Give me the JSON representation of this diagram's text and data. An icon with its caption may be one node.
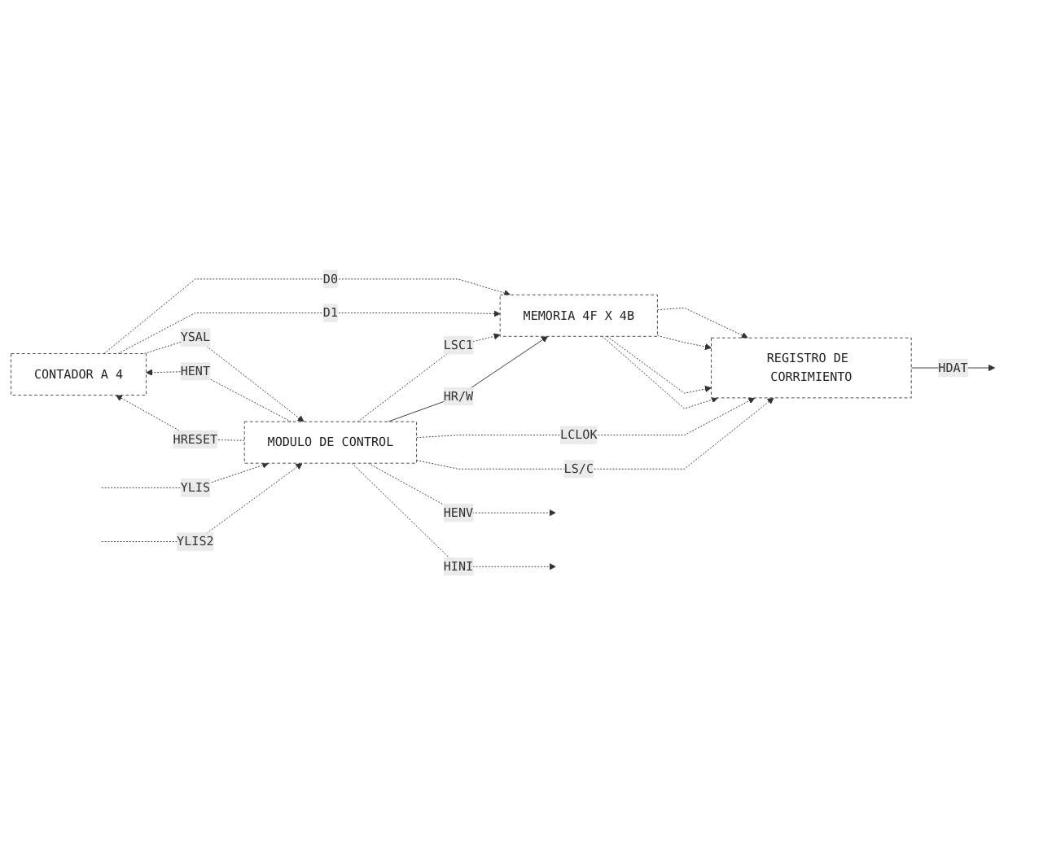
{
  "diagram": {
    "nodes": [
      {
        "text": [
          "MEMORIA 4F X 4B"
        ]
      },
      {
        "text": [
          "REGISTRO DE CORRIMIENTO"
        ]
      },
      {
        "text": [
          "CONTADOR A 4"
        ]
      },
      {
        "text": [
          "MODULO DE CONTROL"
        ]
      }
    ],
    "edges": [
      {
        "from": 0,
        "to": 1,
        "arrow": "to",
        "style": "dashed"
      },
      {
        "from": 0,
        "to": 1,
        "arrow": "to",
        "style": "dashed"
      },
      {
        "from": 0,
        "to": 1,
        "arrow": "to",
        "style": "dashed"
      },
      {
        "from": 0,
        "to": 1,
        "arrow": "to",
        "style": "dashed"
      },
      {
        "from": 1,
        "to": null,
        "label": "HDAT",
        "arrow": "to"
      },
      {
        "from": 2,
        "to": 0,
        "label": "D0",
        "arrow": "to",
        "style": "dashed"
      },
      {
        "from": 2,
        "to": 0,
        "label": "D1",
        "arrow": "to",
        "style": "dashed"
      },
      {
        "from": 3,
        "to": 0,
        "label": "LSC1",
        "arrow": "to",
        "style": "dashed"
      },
      {
        "from": 3,
        "to": 0,
        "label": "HR/W",
        "arrow": "to"
      },
      {
        "from": 3,
        "to": 1,
        "label": "LCLOK",
        "arrow": "to",
        "style": "dashed"
      },
      {
        "from": 3,
        "to": 1,
        "label": "LS/C",
        "arrow": "to",
        "style": "dashed"
      },
      {
        "from": 3,
        "to": 2,
        "label": "HENT",
        "arrow": "to",
        "style": "dashed"
      },
      {
        "from": 3,
        "to": 2,
        "label": "HRESET",
        "arrow": "to",
        "style": "dashed"
      },
      {
        "from": 2,
        "to": 3,
        "label": "YSAL",
        "arrow": "to",
        "style": "dashed"
      },
      {
        "from": null,
        "to": 3,
        "label": "YLIS",
        "arrow": "to",
        "style": "dashed"
      },
      {
        "from": 3,
        "to": null,
        "label": "HENV",
        "arrow": "to",
        "style": "dashed"
      },
      {
        "from": null,
        "to": 3,
        "label": "YLIS2",
        "arrow": "to",
        "style": "dashed"
      },
      {
        "from": 3,
        "to": null,
        "label": "HINI",
        "arrow": "to",
        "style": "dashed"
      }
    ]
  }
}
